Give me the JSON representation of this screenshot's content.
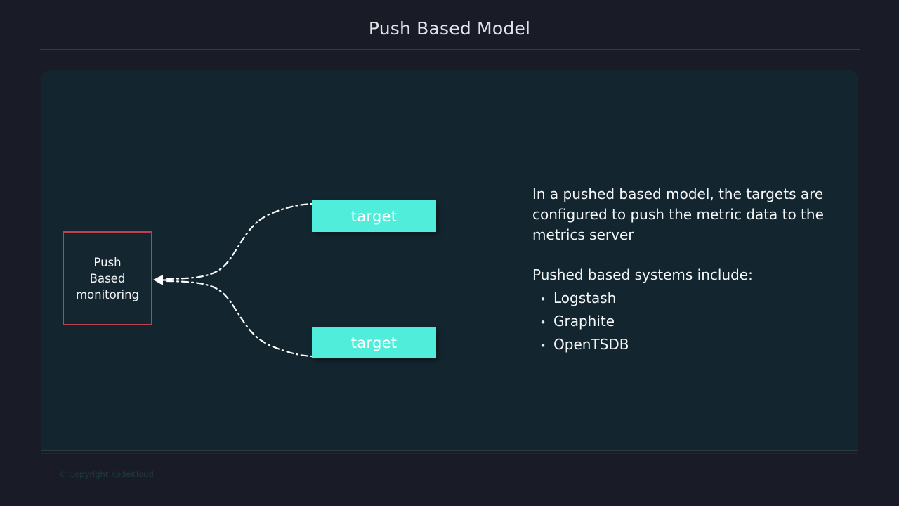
{
  "slide": {
    "title": "Push Based Model",
    "footer": "© Copyright KodeKloud"
  },
  "diagram": {
    "push_node": {
      "label": "Push\nBased\nmonitoring",
      "border_color": "#bf404e"
    },
    "targets": [
      {
        "label": "target"
      },
      {
        "label": "target"
      }
    ],
    "connector_color": "#ffffff",
    "arrow_direction": "left"
  },
  "content": {
    "paragraph": "In a pushed based model, the targets are configured to push the metric data to the metrics server",
    "list_heading": "Pushed based systems include:",
    "bullet_marker": "•",
    "bullets": [
      "Logstash",
      "Graphite",
      "OpenTSDB"
    ]
  },
  "colors": {
    "page_background": "#191c26",
    "panel_background": "#132630",
    "accent_aqua": "#4fedda",
    "accent_red": "#bf404e",
    "title_text": "#dfe2e8",
    "body_text": "#f4f6f8"
  }
}
